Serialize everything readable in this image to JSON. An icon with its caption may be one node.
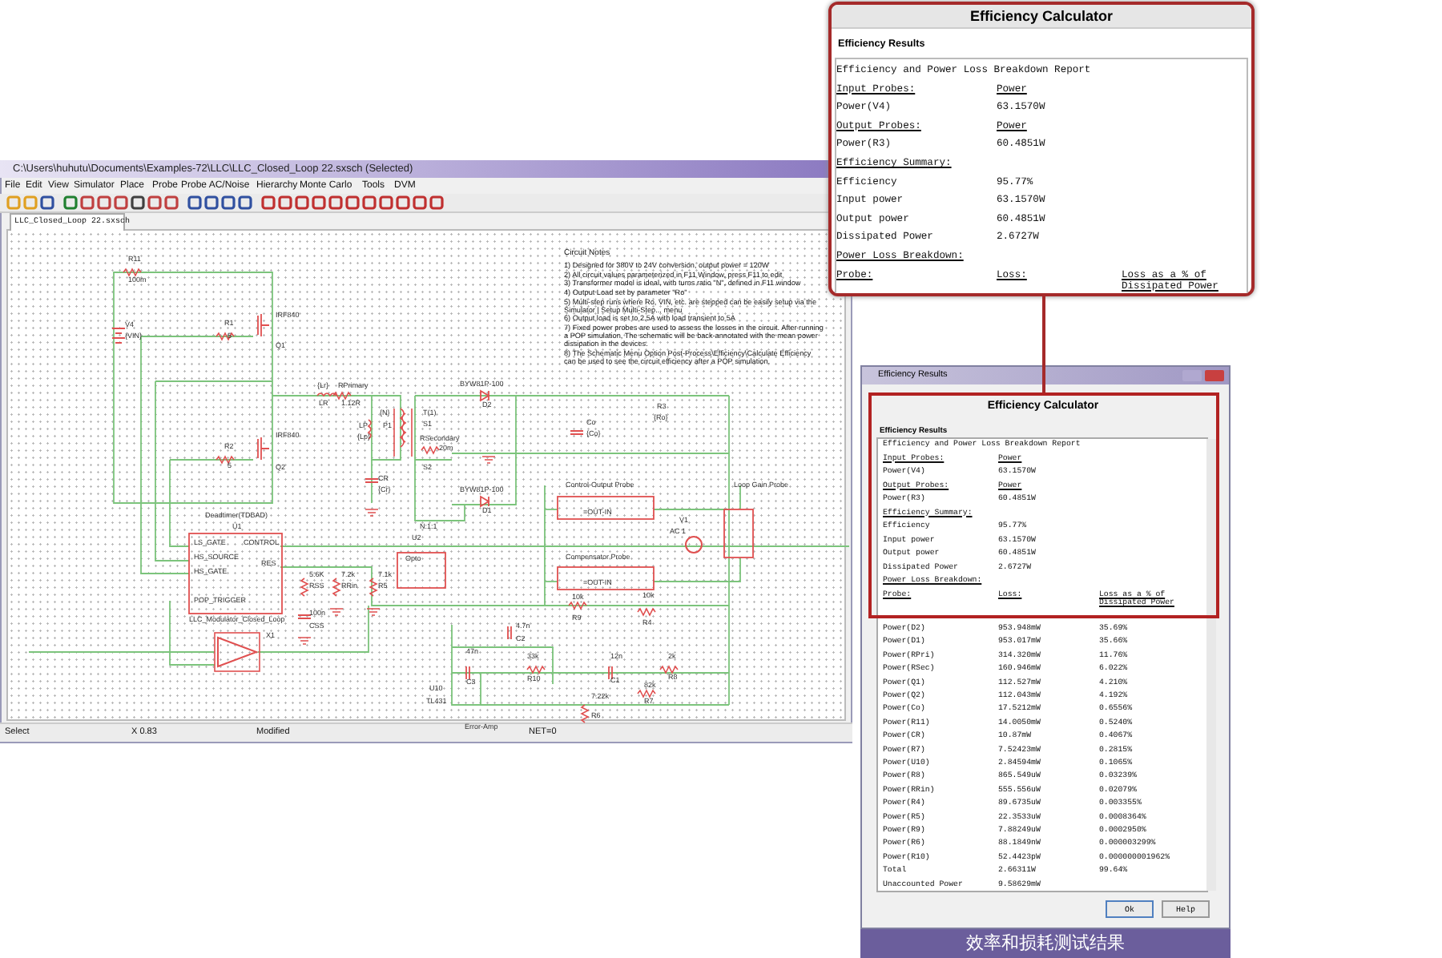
{
  "diagram": {
    "caption": "效率和损耗测试结果",
    "nodes": [
      {
        "text": [
          "Efficiency Calculator",
          "Efficiency Results"
        ]
      },
      {
        "text": [
          "Efficiency Results"
        ]
      },
      {
        "text": [
          "Efficiency Calculator",
          "Efficiency Results"
        ],
        "in": 1
      }
    ],
    "edges": [
      {
        "from": 2,
        "to": 0,
        "arrow": "none"
      }
    ],
    "labels": [
      "C:\\Users\\huhutu\\Documents\\Examples-72\\LLC\\LLC_Closed_Loop 22.sxsch (Selected)",
      "File",
      "Edit",
      "View",
      "Simulator",
      "Place",
      "Probe",
      "Probe AC/Noise",
      "Hierarchy",
      "Monte Carlo",
      "Tools",
      "DVM",
      "LLC_Closed_Loop 22.sxsch",
      "Circuit Notes",
      "1) Designed for 380V to 24V conversion, output power = 120W",
      "2) All circuit values parameterized in F11 Window, press F11 to edit",
      "3) Transformer model is ideal, with turns ratio \"N\", defined in F11 window",
      "4) Output Load set by parameter \"Ro\"",
      "5) Multi-step runs where Ro, VIN, etc. are stepped can be easily setup via the Simulator | Setup Multi-Step... menu",
      "6) Output load is set to 2.5A with load transient to 5A",
      "7) Fixed power probes are used to assess the losses in the circuit. After running a POP simulation, The schematic will be back-annotated with the mean power dissipation in the devices.",
      "8) The Schematic Menu Option Post-Process\\Efficiency\\Calculate Efficiency can be used to see the circuit efficiency after a POP simulation.",
      "R11",
      "100m",
      "V4",
      "{VIN}",
      "R1",
      "5",
      "IRF840",
      "Q1",
      "IRF840",
      "Q2",
      "R2",
      "5",
      "{Lr}",
      "LR",
      "RPrimary",
      "1.12R",
      "LP",
      "{Lp}",
      "{N}",
      "P1",
      "T(1)",
      "S1",
      "RSecondary",
      "20m",
      "S2",
      "CR",
      "{Cr}",
      "BYW81P-100",
      "D2",
      "BYW81P-100",
      "D1",
      "N:1:1",
      "Co",
      "{Co}",
      "R3",
      "{Ro}",
      "Deadtimer(TDBAD)",
      "U1",
      "LS_GATE",
      "HS_SOURCE",
      "HS_GATE",
      "POP_TRIGGER",
      "CONTROL",
      "RES",
      "LLC_Modulator_Closed_Loop",
      "5.6K",
      "RSS",
      "100n",
      "CSS",
      "7.2k",
      "RRin",
      "7.1k",
      "R5",
      "U2",
      "Opto",
      "X1",
      "Control-Output Probe",
      "=OUT-IN",
      "Compensator Probe",
      "=OUT-IN",
      "Loop Gain Probe",
      "V1",
      "AC 1",
      "10k",
      "R9",
      "10k",
      "R4",
      "4.7n",
      "C2",
      "47n",
      "C3",
      "33k",
      "R10",
      "12n",
      "C1",
      "2k",
      "R8",
      "82k",
      "R7",
      "U10",
      "TL431",
      "7.22k",
      "R6",
      "Error-Amp",
      "Select",
      "X 0.83",
      "Modified",
      "NET=0",
      "Efficiency and Power Loss Breakdown Report",
      "Input Probes:",
      "Power",
      "Power(V4)",
      "63.1570W",
      "Output Probes:",
      "Power",
      "Power(R3)",
      "60.4851W",
      "Efficiency Summary:",
      "Efficiency",
      "95.77%",
      "Input power",
      "63.1570W",
      "Output power",
      "60.4851W",
      "Dissipated Power",
      "2.6727W",
      "Power Loss Breakdown:",
      "Probe:",
      "Loss:",
      "Loss as a % of Dissipated Power",
      "Efficiency and Power Loss Breakdown Report",
      "Input Probes:",
      "Power",
      "Power(V4)",
      "63.1570W",
      "Output Probes:",
      "Power",
      "Power(R3)",
      "60.4851W",
      "Efficiency Summary:",
      "Efficiency",
      "95.77%",
      "Input power",
      "63.1570W",
      "Output power",
      "60.4851W",
      "Dissipated Power",
      "2.6727W",
      "Power Loss Breakdown:",
      "Probe:",
      "Loss:",
      "Loss as a % of Dissipated Power",
      "Power(D2)",
      "953.948mW",
      "35.69%",
      "Power(D1)",
      "953.017mW",
      "35.66%",
      "Power(RPri)",
      "314.320mW",
      "11.76%",
      "Power(RSec)",
      "160.946mW",
      "6.022%",
      "Power(Q1)",
      "112.527mW",
      "4.210%",
      "Power(Q2)",
      "112.043mW",
      "4.192%",
      "Power(Co)",
      "17.5212mW",
      "0.6556%",
      "Power(R11)",
      "14.0050mW",
      "0.5240%",
      "Power(CR)",
      "10.87mW",
      "0.4067%",
      "Power(R7)",
      "7.52423mW",
      "0.2815%",
      "Power(U10)",
      "2.84594mW",
      "0.1065%",
      "Power(R8)",
      "865.549uW",
      "0.03239%",
      "Power(RRin)",
      "555.556uW",
      "0.02079%",
      "Power(R4)",
      "89.6735uW",
      "0.003355%",
      "Power(R5)",
      "22.3533uW",
      "0.0008364%",
      "Power(R9)",
      "7.88249uW",
      "0.0002950%",
      "Power(R6)",
      "88.1849nW",
      "0.000003299%",
      "Power(R10)",
      "52.4423pW",
      "0.000000001962%",
      "Total",
      "2.66311W",
      "99.64%",
      "Unaccounted Power",
      "9.58629mW",
      "Ok",
      "Help"
    ]
  }
}
